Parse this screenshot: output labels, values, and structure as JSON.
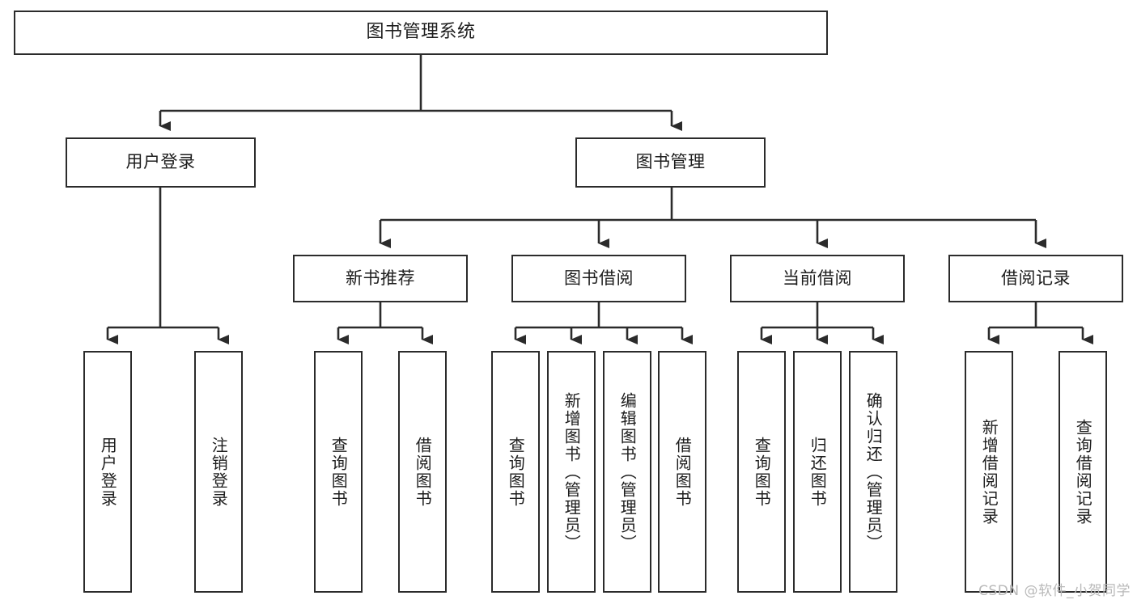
{
  "diagram": {
    "title": "图书管理系统",
    "watermark": "CSDN @软件_小贺同学",
    "line_color": "#2b2b2b",
    "box_border_color": "#2b2b2b",
    "box_fill_color": "#ffffff",
    "text_color": "#1d1d1d",
    "watermark_color": "#b9b9b9"
  },
  "nodes": {
    "root": {
      "label": "图书管理系统"
    },
    "level2": [
      {
        "label": "用户登录"
      },
      {
        "label": "图书管理"
      }
    ],
    "level3": [
      {
        "label": "新书推荐"
      },
      {
        "label": "图书借阅"
      },
      {
        "label": "当前借阅"
      },
      {
        "label": "借阅记录"
      }
    ],
    "leaves": {
      "user_login": [
        {
          "label": "用户登录"
        },
        {
          "label": "注销登录"
        }
      ],
      "new_book_recommend": [
        {
          "label": "查询图书"
        },
        {
          "label": "借阅图书"
        }
      ],
      "book_borrow": [
        {
          "label": "查询图书"
        },
        {
          "label": "新增图书（管理员）"
        },
        {
          "label": "编辑图书（管理员）"
        },
        {
          "label": "借阅图书"
        }
      ],
      "current_borrow": [
        {
          "label": "查询图书"
        },
        {
          "label": "归还图书"
        },
        {
          "label": "确认归还（管理员）"
        }
      ],
      "borrow_record": [
        {
          "label": "新增借阅记录"
        },
        {
          "label": "查询借阅记录"
        }
      ]
    }
  }
}
